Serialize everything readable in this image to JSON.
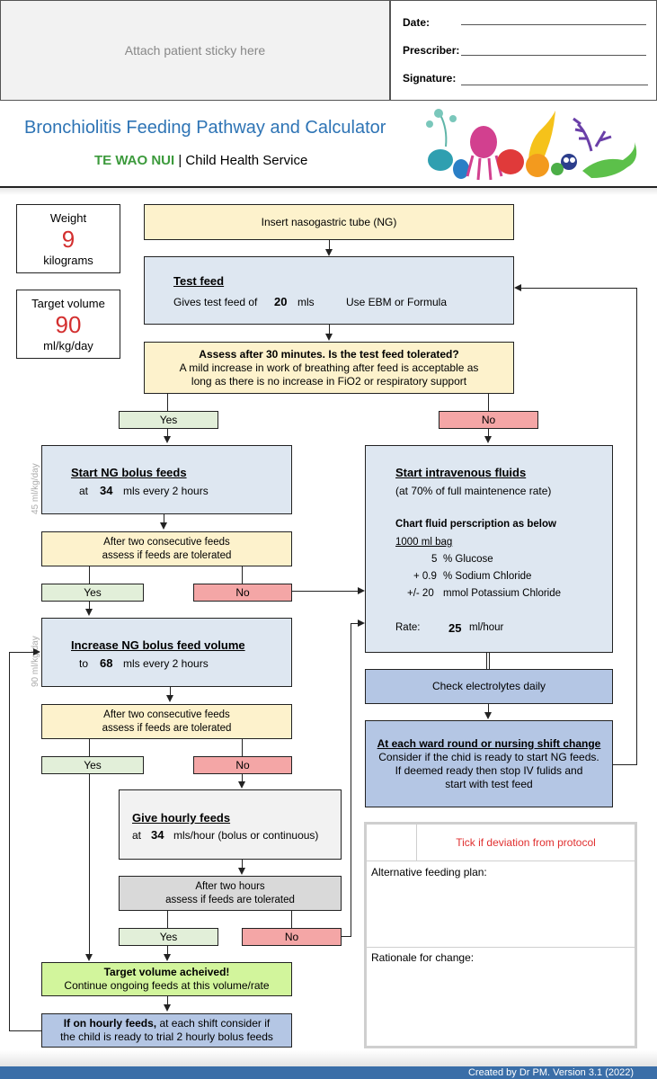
{
  "header": {
    "sticky_text": "Attach patient sticky here",
    "date_label": "Date:",
    "prescriber_label": "Prescriber:",
    "signature_label": "Signature:"
  },
  "title": {
    "main": "Bronchiolitis Feeding Pathway and Calculator",
    "org_highlight": "TE WAO NUI",
    "org_sep": "|",
    "org_rest": "Child Health Service"
  },
  "weight": {
    "label": "Weight",
    "value": "9",
    "unit": "kilograms"
  },
  "target": {
    "label": "Target volume",
    "value": "90",
    "unit": "ml/kg/day"
  },
  "flow": {
    "insert_ng": "Insert nasogastric tube (NG)",
    "test_feed_title": "Test feed",
    "test_feed_pre": "Gives test feed of",
    "test_feed_value": "20",
    "test_feed_unit": "mls",
    "test_feed_note": "Use EBM or Formula",
    "assess_title": "Assess after 30 minutes. Is the test feed tolerated?",
    "assess_line1": "A mild increase in work of breathing after feed is acceptable as",
    "assess_line2": "long as there is no increase in FiO2 or respiratory support",
    "yes": "Yes",
    "no": "No",
    "bolus_title": "Start NG bolus feeds",
    "bolus_pre": "at",
    "bolus_value": "34",
    "bolus_post": "mls every 2 hours",
    "side_45": "45 ml/kg/day",
    "consec_line1": "After two consecutive feeds",
    "consec_line2": "assess if feeds are tolerated",
    "increase_title": "Increase NG bolus feed volume",
    "increase_pre": "to",
    "increase_value": "68",
    "increase_post": "mls every 2 hours",
    "side_90": "90 ml/kg/day",
    "hourly_title": "Give hourly feeds",
    "hourly_pre": "at",
    "hourly_value": "34",
    "hourly_post": "mls/hour (bolus or continuous)",
    "twohours_line1": "After two hours",
    "twohours_line2": "assess if feeds are tolerated",
    "target_title": "Target volume acheived!",
    "target_line": "Continue ongoing feeds at this volume/rate",
    "hourly_consider_bold": "If on hourly feeds,",
    "hourly_consider_rest": "at each shift consider if",
    "hourly_consider_line2": "the child is ready to trial 2 hourly bolus feeds"
  },
  "iv": {
    "title": "Start intravenous fluids",
    "subtitle": "(at 70% of full maintenence rate)",
    "chart_title": "Chart fluid perscription as below",
    "bag": "1000 ml bag",
    "glucose_num": "5",
    "glucose_label": "% Glucose",
    "sodium_num": "+ 0.9",
    "sodium_label": "% Sodium Chloride",
    "potassium_num": "+/- 20",
    "potassium_label": "mmol Potassium Chloride",
    "rate_label": "Rate:",
    "rate_value": "25",
    "rate_unit": "ml/hour"
  },
  "electrolytes": "Check electrolytes daily",
  "ward": {
    "title": "At each ward round or nursing shift change",
    "line1": "Consider if the chid is ready to start NG feeds.",
    "line2": "If deemed ready then stop IV fulids and",
    "line3": "start with  test feed"
  },
  "deviation": {
    "tick_label": "Tick if deviation from protocol",
    "alt_label": "Alternative feeding plan:",
    "rationale_label": "Rationale for change:"
  },
  "footer": "Created by Dr PM. Version 3.1 (2022)",
  "colors": {
    "title_blue": "#2e74b5",
    "org_green": "#3c9a3c",
    "weight_red": "#d32f2f",
    "footer_blue": "#3a6ea8"
  }
}
